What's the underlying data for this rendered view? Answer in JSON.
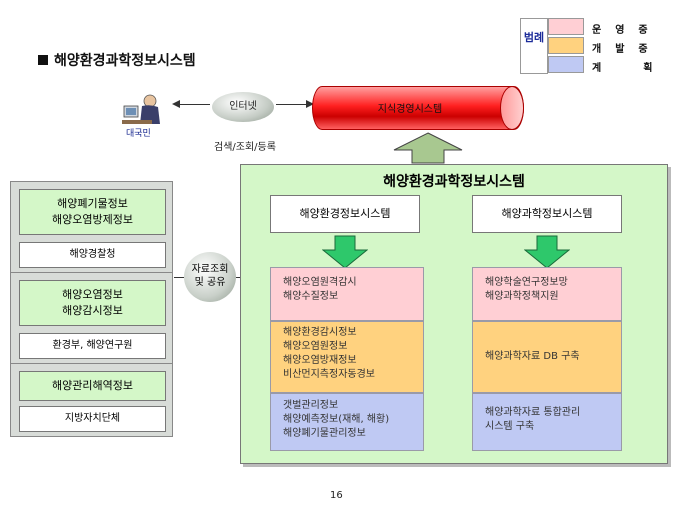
{
  "title": "해양환경과학정보시스템",
  "legend": {
    "label": "범례",
    "items": [
      {
        "text": "운영중",
        "color": "#ffcfd4"
      },
      {
        "text": "개발중",
        "color": "#ffd27f"
      },
      {
        "text": "계획",
        "color": "#bfc9f3"
      }
    ]
  },
  "citizen_label": "대국민",
  "internet_label": "인터넷",
  "search_label": "검색/조회/등록",
  "knowledge_system": "지식경영시스템",
  "left_groups": [
    {
      "items": [
        "해양폐기물정보",
        "해양오염방제정보"
      ],
      "org": "해양경찰청"
    },
    {
      "items": [
        "해양오염정보",
        "해양감시정보"
      ],
      "org": "환경부, 해양연구원"
    },
    {
      "items": [
        "해양관리해역정보"
      ],
      "org": "지방자치단체"
    }
  ],
  "share_label": "자료조회 및 공유",
  "main_title": "해양환경과학정보시스템",
  "env_system": {
    "title": "해양환경정보시스템",
    "pink": [
      "해양오염원격감시",
      "해양수질정보"
    ],
    "orange": [
      "해양환경감시정보",
      "해양오염원정보",
      "해양오염방재정보",
      "비산먼지측정자동경보"
    ],
    "blue": [
      "갯벌관리정보",
      "해양예측정보(재해, 해황)",
      "해양폐기물관리정보"
    ]
  },
  "sci_system": {
    "title": "해양과학정보시스템",
    "pink": [
      "해양학술연구정보망",
      "해양과학정책지원"
    ],
    "orange": [
      "해양과학자료 DB 구축"
    ],
    "blue": [
      "해양과학자료 통합관리",
      "시스템 구축"
    ]
  },
  "page_number": "16",
  "colors": {
    "green_panel": "#d4f7c8",
    "operating": "#ffcfd4",
    "developing": "#ffd27f",
    "planned": "#bfc9f3",
    "cylinder": "#ff2020"
  }
}
